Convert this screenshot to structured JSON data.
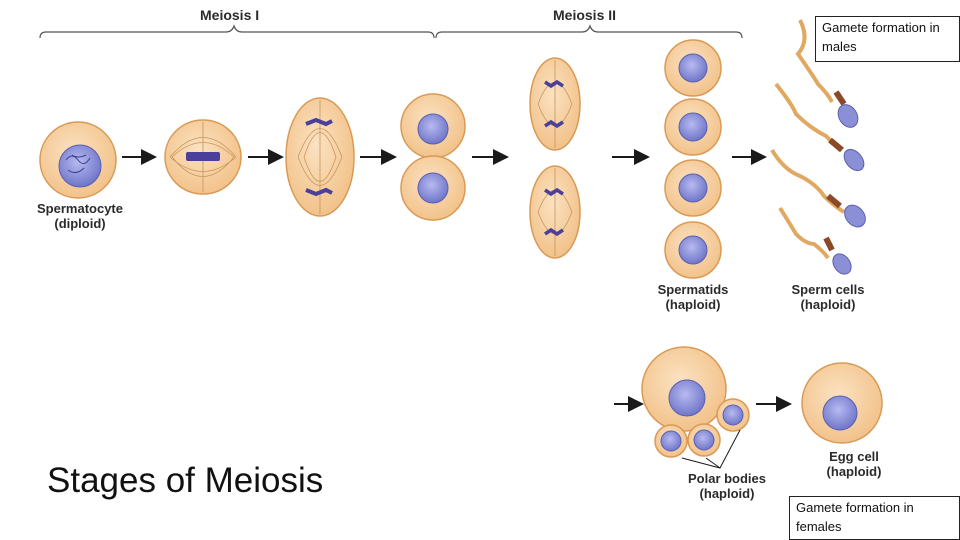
{
  "headers": {
    "meiosis1": "Meiosis I",
    "meiosis2": "Meiosis II"
  },
  "labels": {
    "spermatocyte": "Spermatocyte",
    "spermatocyte_ploidy": "(diploid)",
    "spermatids": "Spermatids",
    "spermatids_ploidy": "(haploid)",
    "sperm_cells": "Sperm cells",
    "sperm_ploidy": "(haploid)",
    "polar_bodies": "Polar bodies",
    "polar_ploidy": "(haploid)",
    "egg_cell": "Egg cell",
    "egg_ploidy": "(haploid)"
  },
  "boxes": {
    "males": "Gamete formation in males",
    "females": "Gamete formation in females"
  },
  "title": "Stages of Meiosis",
  "colors": {
    "cell_fill": "#f6cf9f",
    "cell_stroke": "#d99a55",
    "nucleus": "#8a8fd6",
    "chromosome": "#4a3f9a",
    "spindle": "#c8955a",
    "sperm_tail": "#e0a860",
    "arrow": "#1a1a1a"
  }
}
